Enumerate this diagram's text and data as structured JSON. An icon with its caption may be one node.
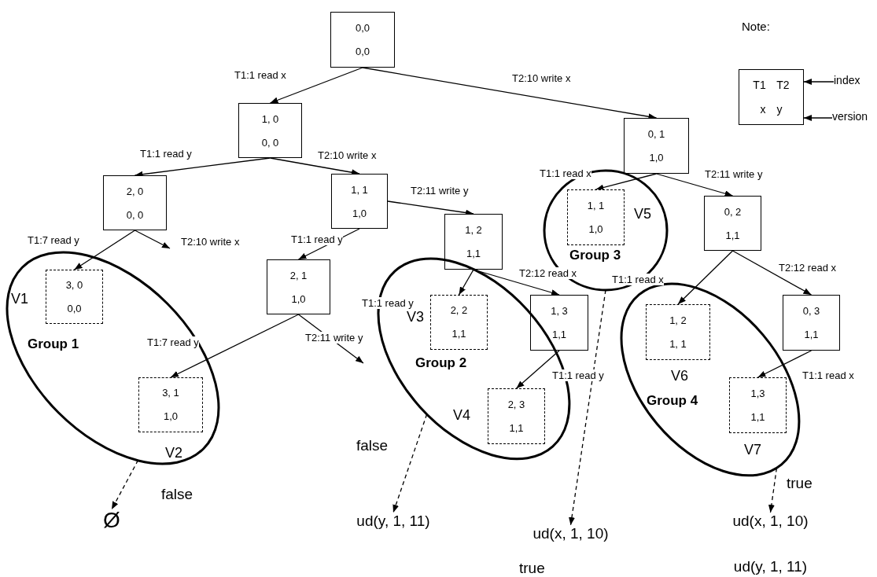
{
  "diagram": {
    "nodes": [
      {
        "text": [
          "0,0",
          "0,0"
        ]
      },
      {
        "text": [
          "1, 0",
          "0, 0"
        ]
      },
      {
        "text": [
          "2, 0",
          "0, 0"
        ]
      },
      {
        "text": [
          "1, 1",
          "1,0"
        ]
      },
      {
        "text": [
          "0, 1",
          "1,0"
        ]
      },
      {
        "text": [
          "1, 2",
          "1,1"
        ]
      },
      {
        "text": [
          "2, 1",
          "1,0"
        ]
      },
      {
        "text": [
          "0, 2",
          "1,1"
        ]
      },
      {
        "text": [
          "1, 3",
          "1,1"
        ]
      },
      {
        "text": [
          "0, 3",
          "1,1"
        ]
      },
      {
        "text": [
          "Group 1"
        ]
      },
      {
        "text": [
          "3, 0",
          "0,0"
        ],
        "in": 10,
        "beside": [
          "V1"
        ]
      },
      {
        "text": [
          "3, 1",
          "1,0"
        ],
        "in": 10,
        "beside": [
          "V2"
        ]
      },
      {
        "text": [
          "Group 2"
        ]
      },
      {
        "text": [
          "2, 2",
          "1,1"
        ],
        "in": 13,
        "beside": [
          "V3"
        ]
      },
      {
        "text": [
          "2, 3",
          "1,1"
        ],
        "in": 13,
        "beside": [
          "V4"
        ]
      },
      {
        "text": [
          "Group 3"
        ]
      },
      {
        "text": [
          "1, 1",
          "1,0"
        ],
        "in": 16,
        "beside": [
          "V5"
        ]
      },
      {
        "text": [
          "Group 4"
        ]
      },
      {
        "text": [
          "1, 2",
          "1, 1"
        ],
        "in": 18,
        "beside": [
          "V6"
        ]
      },
      {
        "text": [
          "1,3",
          "1,1"
        ],
        "in": 18,
        "beside": [
          "V7"
        ]
      },
      {
        "text": [
          "Ø"
        ]
      },
      {
        "text": [
          "ud(y, 1, 11)"
        ]
      },
      {
        "text": [
          "ud(x, 1, 10)"
        ],
        "beside": [
          "true"
        ]
      },
      {
        "text": [
          "ud(x, 1, 10)",
          "ud(y, 1, 11)"
        ]
      },
      {
        "text": [
          "Note:",
          "T1 T2",
          "x y"
        ]
      },
      {
        "text": [
          "index"
        ]
      },
      {
        "text": [
          "version"
        ]
      }
    ],
    "edges": [
      {
        "from": 0,
        "to": 1,
        "arrow": "to",
        "label": "T1:1 read x"
      },
      {
        "from": 0,
        "to": 4,
        "arrow": "to",
        "label": "T2:10 write x"
      },
      {
        "from": 1,
        "to": 2,
        "arrow": "to",
        "label": "T1:1 read y"
      },
      {
        "from": 1,
        "to": 3,
        "arrow": "to",
        "label": "T2:10 write x"
      },
      {
        "from": 2,
        "to": 11,
        "arrow": "to",
        "label": "T1:7 read y"
      },
      {
        "from": 2,
        "to": null,
        "arrow": "to",
        "label": "T2:10 write x"
      },
      {
        "from": 3,
        "to": 6,
        "arrow": "to",
        "label": "T1:1 read y"
      },
      {
        "from": 3,
        "to": 5,
        "arrow": "to",
        "label": "T2:11 write y"
      },
      {
        "from": 6,
        "to": 12,
        "arrow": "to",
        "label": "T1:7 read y"
      },
      {
        "from": 6,
        "to": null,
        "arrow": "to",
        "label": "T2:11 write y"
      },
      {
        "from": 5,
        "to": 14,
        "arrow": "to",
        "label": "T1:1 read y"
      },
      {
        "from": 5,
        "to": 8,
        "arrow": "to",
        "label": "T2:12 read x"
      },
      {
        "from": 8,
        "to": 15,
        "arrow": "to",
        "label": "T1:1 read y"
      },
      {
        "from": 4,
        "to": 17,
        "arrow": "to",
        "label": "T1:1 read x"
      },
      {
        "from": 4,
        "to": 7,
        "arrow": "to",
        "label": "T2:11 write y"
      },
      {
        "from": 7,
        "to": 19,
        "arrow": "to",
        "label": "T1:1 read x"
      },
      {
        "from": 7,
        "to": 9,
        "arrow": "to",
        "label": "T2:12 read x"
      },
      {
        "from": 9,
        "to": 20,
        "arrow": "to",
        "label": "T1:1 read x"
      },
      {
        "from": 10,
        "to": 21,
        "arrow": "to",
        "style": "dashed",
        "label": "false"
      },
      {
        "from": 13,
        "to": 22,
        "arrow": "to",
        "style": "dashed",
        "label": "false"
      },
      {
        "from": 16,
        "to": 23,
        "arrow": "to",
        "style": "dashed"
      },
      {
        "from": 18,
        "to": 24,
        "arrow": "to",
        "style": "dashed",
        "label": "true"
      },
      {
        "from": 26,
        "to": 25,
        "arrow": "to"
      },
      {
        "from": 27,
        "to": 25,
        "arrow": "to"
      }
    ]
  }
}
